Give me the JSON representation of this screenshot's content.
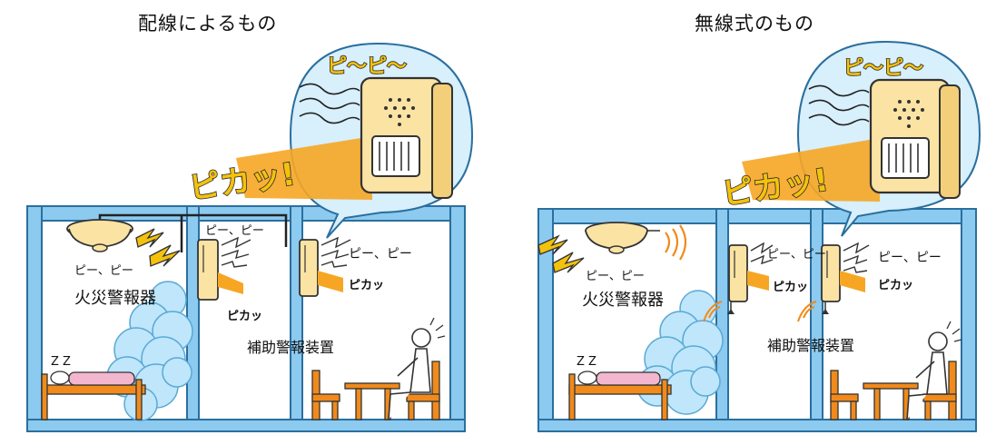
{
  "left": {
    "title": "配線によるもの",
    "beep_bubble": "ピ〜ピ〜",
    "flash_bubble": "ピカッ!",
    "alarm_sound": "ピー、ピー",
    "alarm_label": "火災警報器",
    "aux_sound_1": "ピー、ピー",
    "aux_flash_1": "ピカッ",
    "aux_sound_2": "ピー、ピー",
    "aux_flash_2": "ピカッ",
    "aux_label": "補助警報装置"
  },
  "right": {
    "title": "無線式のもの",
    "beep_bubble": "ピ〜ピ〜",
    "flash_bubble": "ピカッ!",
    "alarm_sound": "ピー、ピー",
    "alarm_label": "火災警報器",
    "aux_sound_1": "ピー、ピー",
    "aux_flash_1": "ピカッ",
    "aux_sound_2": "ピー、ピー",
    "aux_flash_2": "ピカッ",
    "aux_label": "補助警報装置",
    "zzz": "Z Z"
  },
  "left_zzz": "Z Z",
  "colors": {
    "wall": "#8ccaf0",
    "wall_stroke": "#2a6f9e",
    "bubble": "#d8effc",
    "device": "#fbe3a4",
    "flash": "#f6a623",
    "lightning": "#f4c20d",
    "furniture": "#f08a1c",
    "blanket": "#f3b6cf",
    "smoke": "#bfe6fa"
  },
  "icons": [
    "detector-icon",
    "aux-alarm-icon",
    "lightning-icon",
    "smoke-cloud-icon",
    "bed-icon",
    "chair-icon",
    "table-icon",
    "person-icon",
    "speaker-grille-icon",
    "antenna-icon"
  ]
}
